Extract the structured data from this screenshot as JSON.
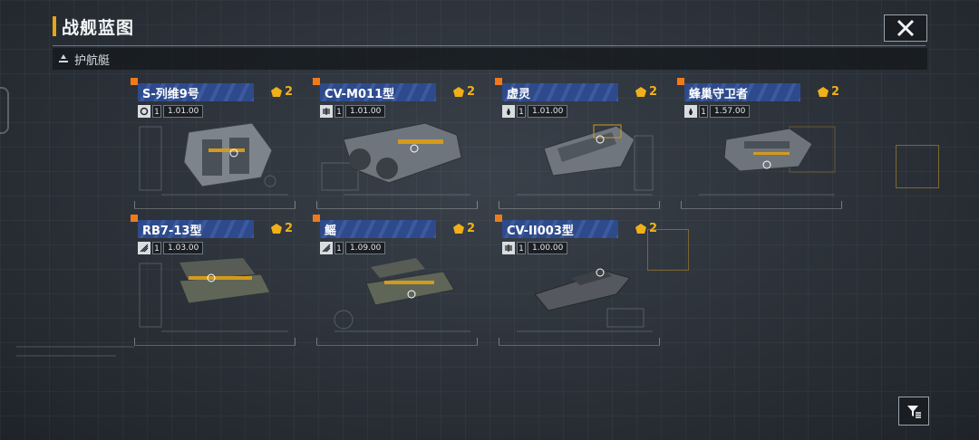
{
  "header": {
    "title": "战舰蓝图"
  },
  "category": {
    "label": "护航艇"
  },
  "colors": {
    "accent": "#e8a317",
    "name_bar": "#2e4a8a",
    "cost": "#f0b018",
    "corner": "#f07a1a"
  },
  "cards": [
    {
      "name": "S-列维9号",
      "cost": "2",
      "level": "1",
      "version": "1.01.00",
      "class_icon": "frigate-class-icon"
    },
    {
      "name": "CV-M011型",
      "cost": "2",
      "level": "1",
      "version": "1.01.00",
      "class_icon": "carrier-class-icon"
    },
    {
      "name": "虚灵",
      "cost": "2",
      "level": "1",
      "version": "1.01.00",
      "class_icon": "rocket-class-icon"
    },
    {
      "name": "蜂巢守卫者",
      "cost": "2",
      "level": "1",
      "version": "1.57.00",
      "class_icon": "rocket-class-icon"
    },
    {
      "name": "RB7-13型",
      "cost": "2",
      "level": "1",
      "version": "1.03.00",
      "class_icon": "striker-class-icon"
    },
    {
      "name": "鳐",
      "cost": "2",
      "level": "1",
      "version": "1.09.00",
      "class_icon": "striker-class-icon"
    },
    {
      "name": "CV-II003型",
      "cost": "2",
      "level": "1",
      "version": "1.00.00",
      "class_icon": "carrier-class-icon"
    }
  ]
}
